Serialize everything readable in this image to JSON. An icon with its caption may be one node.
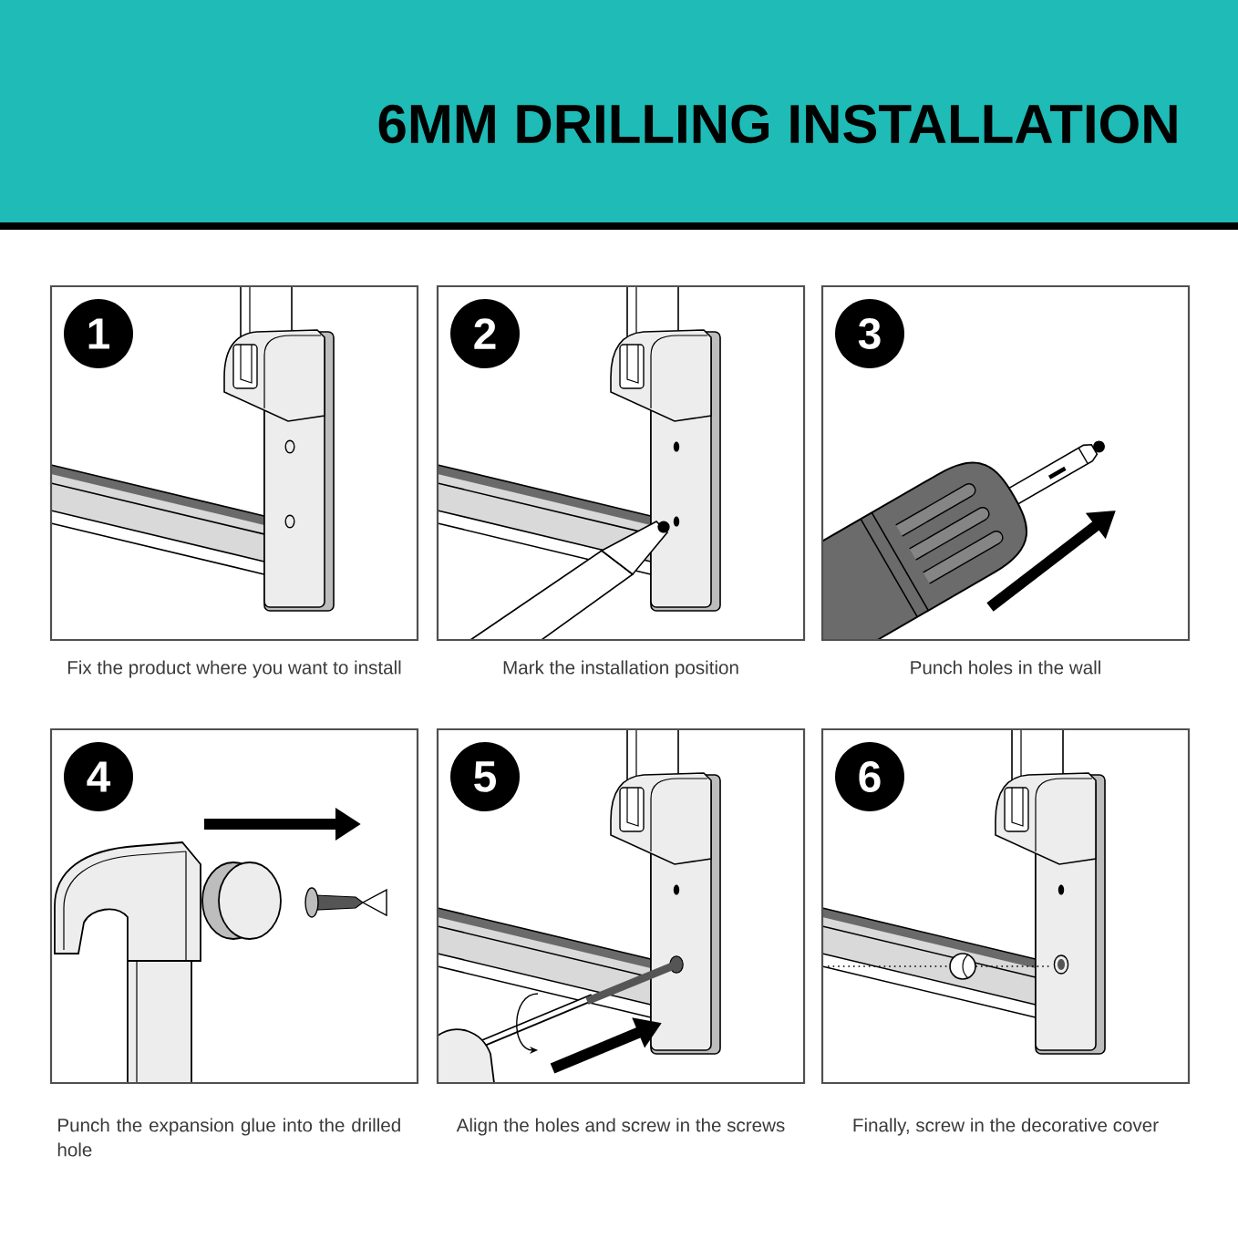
{
  "diagram": {
    "title": "6MM DRILLING INSTALLATION",
    "nodes": [
      {
        "text": [],
        "shape": "picture",
        "beside": [
          "Fix the product where you want to install"
        ]
      },
      {
        "text": [
          "1"
        ],
        "in": 0
      },
      {
        "text": [],
        "shape": "picture",
        "beside": [
          "Mark the installation position"
        ]
      },
      {
        "text": [
          "2"
        ],
        "in": 2
      },
      {
        "text": [],
        "shape": "picture",
        "beside": [
          "Punch holes in the wall"
        ]
      },
      {
        "text": [
          "3"
        ],
        "in": 4
      },
      {
        "text": [],
        "shape": "picture",
        "beside": [
          "Punch the expansion glue into the drilled hole"
        ]
      },
      {
        "text": [
          "4"
        ],
        "in": 6
      },
      {
        "text": [],
        "shape": "picture",
        "beside": [
          "Align the holes and screw in the screws"
        ]
      },
      {
        "text": [
          "5"
        ],
        "in": 8
      },
      {
        "text": [],
        "shape": "picture",
        "beside": [
          "Finally, screw in the decorative cover"
        ]
      },
      {
        "text": [
          "6"
        ],
        "in": 10
      }
    ]
  }
}
